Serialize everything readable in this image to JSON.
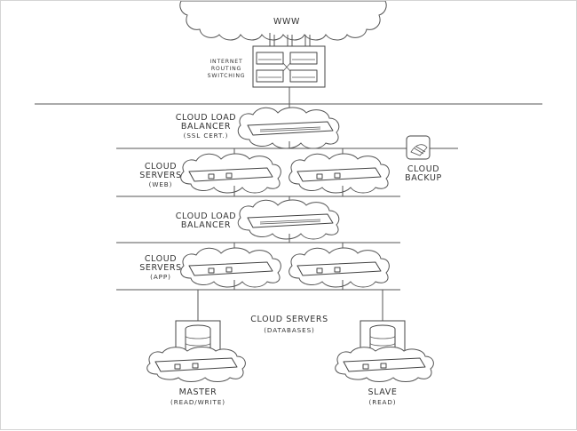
{
  "internet": {
    "label": "WWW"
  },
  "routing": {
    "lines": [
      "INTERNET",
      "ROUTING",
      "SWITCHING"
    ]
  },
  "tier_lb1": {
    "lines": [
      "CLOUD LOAD",
      "BALANCER"
    ],
    "sub": "(SSL CERT.)"
  },
  "tier_web": {
    "lines": [
      "CLOUD",
      "SERVERS"
    ],
    "sub": "(WEB)"
  },
  "backup": {
    "lines": [
      "CLOUD",
      "BACKUP"
    ]
  },
  "tier_lb2": {
    "lines": [
      "CLOUD LOAD",
      "BALANCER"
    ]
  },
  "tier_app": {
    "lines": [
      "CLOUD",
      "SERVERS"
    ],
    "sub": "(APP)"
  },
  "tier_db": {
    "title": "CLOUD SERVERS",
    "sub": "(DATABASES)"
  },
  "master": {
    "label": "MASTER",
    "sub": "(READ/WRITE)"
  },
  "slave": {
    "label": "SLAVE",
    "sub": "(READ)"
  }
}
